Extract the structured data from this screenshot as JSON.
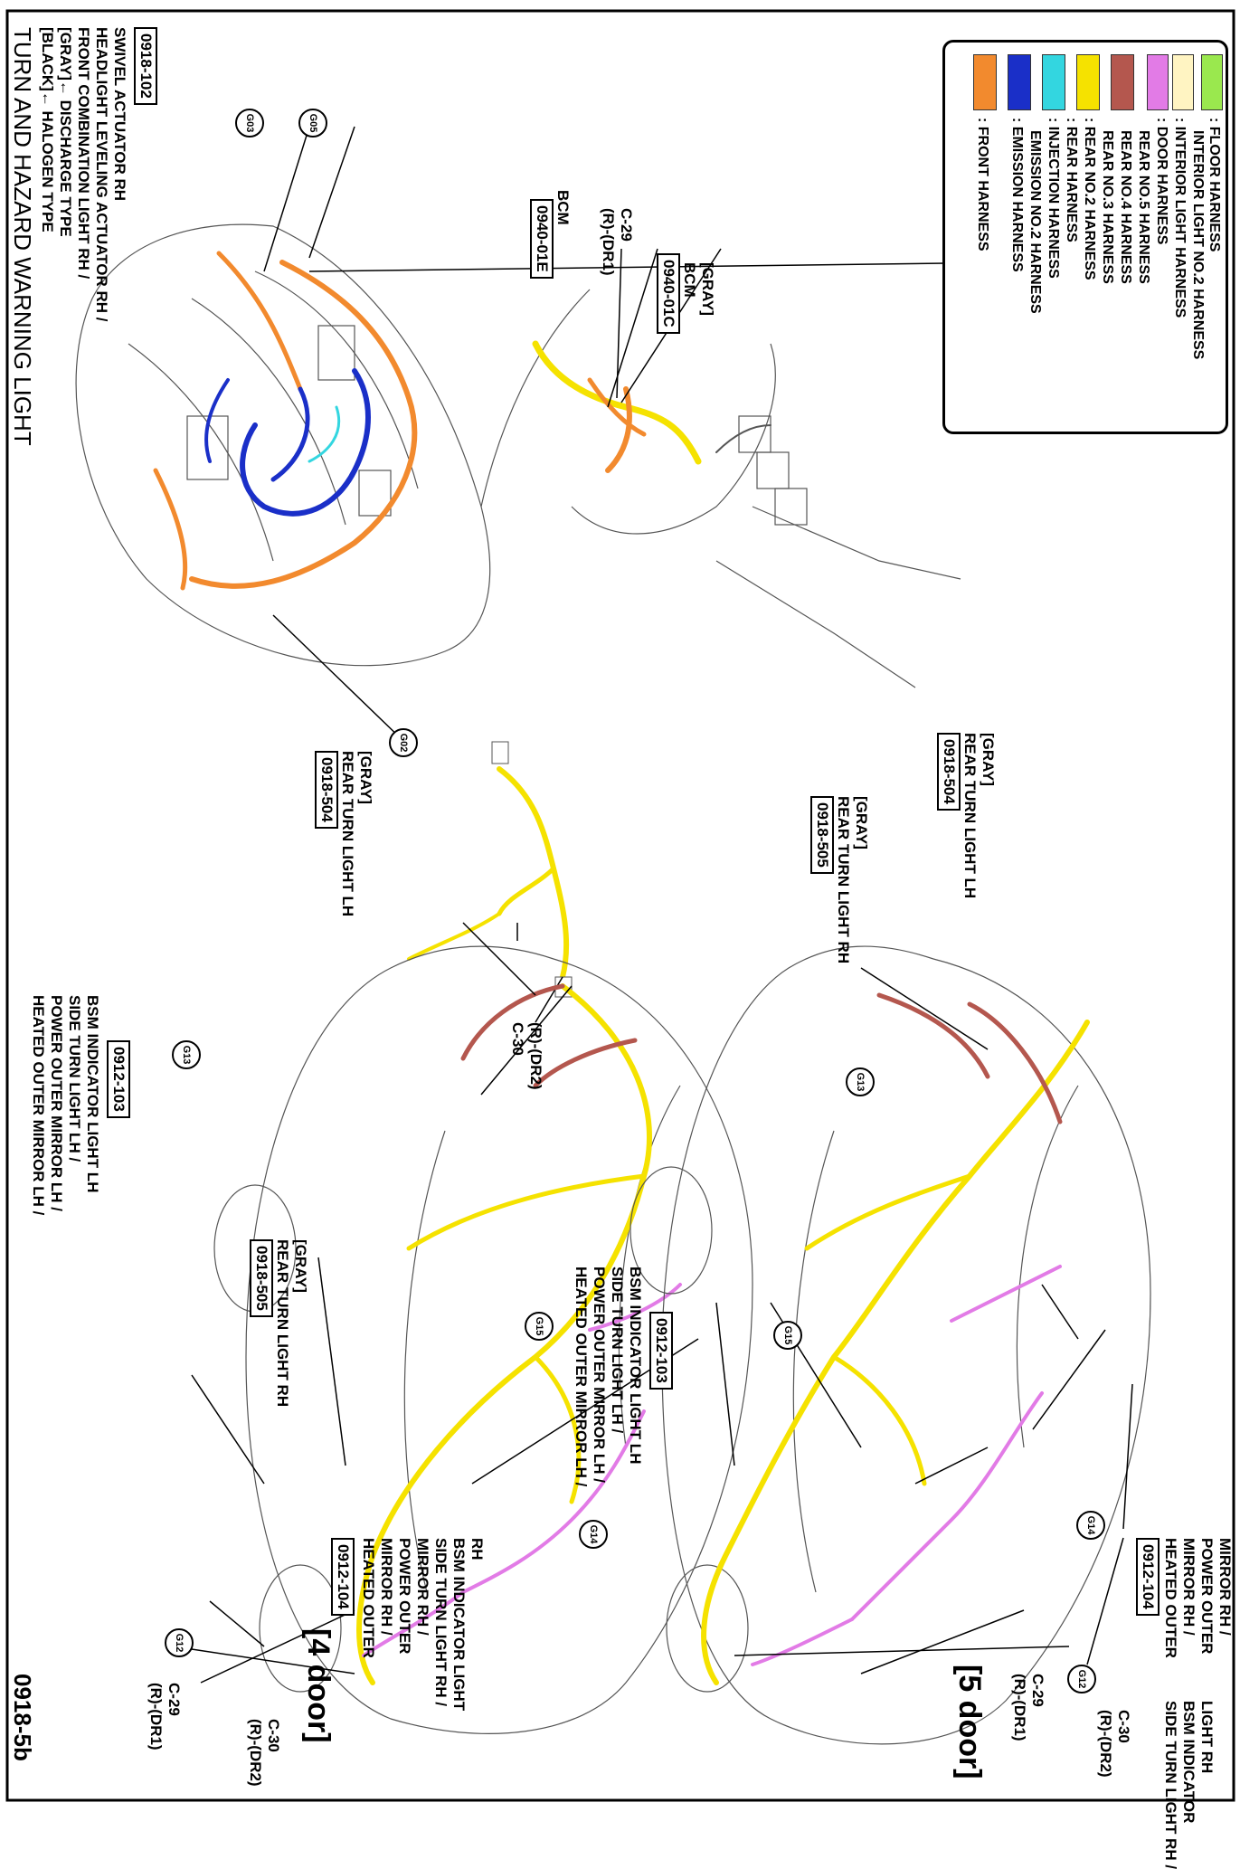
{
  "title": "TURN AND HAZARD WARNING LIGHT",
  "page_code": "0918-5b",
  "legend": [
    {
      "label": ": FRONT HARNESS",
      "color": "#f28a2e"
    },
    {
      "label": ": EMISSION HARNESS",
      "label2": "EMISSION NO.2 HARNESS",
      "color": "#1a2fc8"
    },
    {
      "label": ": INJECTION HARNESS",
      "color": "#33d6e0"
    },
    {
      "label": ": REAR HARNESS",
      "color": "#f5e200"
    },
    {
      "label": ": REAR NO.2 HARNESS",
      "label2": "REAR NO.3 HARNESS",
      "label3": "REAR NO.4 HARNESS",
      "label4": "REAR NO.5 HARNESS",
      "color": "#b4574e"
    },
    {
      "label": ": DOOR HARNESS",
      "color": "#e27be6"
    },
    {
      "label": ": INTERIOR LIGHT HARNESS",
      "label2": "INTERIOR LIGHT NO.2 HARNESS",
      "color": "#fff4c2"
    },
    {
      "label": ": FLOOR HARNESS",
      "color": "#9ae84e"
    }
  ],
  "front": {
    "code": "0918-102",
    "line1": "[BLACK]← HALOGEN TYPE",
    "line2": "[GRAY]← DISCHARGE TYPE",
    "line3": "FRONT COMBINATION LIGHT RH /",
    "line4": "HEADLIGHT LEVELING ACTUATOR RH /",
    "line5": "SWIVEL ACTUATOR RH",
    "g03": "G03",
    "g05": "G05",
    "g02": "G02"
  },
  "dash": {
    "gray": "[GRAY]",
    "bcm1": "BCM",
    "code1": "0940-01C",
    "c29": "C-29",
    "r_dr1": "(R)-(DR1)",
    "bcm2": "BCM",
    "code2": "0940-01E"
  },
  "rear4": {
    "code504": "0918-504",
    "label504": "REAR TURN LIGHT LH",
    "gray504": "[GRAY]",
    "code505": "0918-505",
    "label505": "REAR TURN LIGHT RH",
    "gray505": "[GRAY]",
    "code103": "0912-103",
    "m1": "HEATED OUTER MIRROR LH /",
    "m2": "POWER OUTER MIRROR LH /",
    "m3": "SIDE TURN LIGHT LH /",
    "m4": "BSM INDICATOR LIGHT LH",
    "g13": "G13",
    "g15": "G15",
    "g14": "G14",
    "g12": "G12",
    "c29": "C-29",
    "r_dr1": "(R)-(DR1)",
    "c30": "C-30",
    "r_dr2": "(R)-(DR2)",
    "code104": "0912-104",
    "r1": "HEATED OUTER",
    "r2": "MIRROR RH /",
    "r3": "POWER OUTER",
    "r4": "MIRROR RH /",
    "r5": "SIDE TURN LIGHT RH /",
    "r6": "BSM INDICATOR LIGHT",
    "r7": "RH",
    "label": "[4 door]"
  },
  "rear_conn": {
    "r_dr2": "(R)-(DR2)",
    "c30": "C-30"
  },
  "rear5": {
    "code504": "0918-504",
    "label504": "REAR TURN LIGHT LH",
    "gray504": "[GRAY]",
    "code505": "0918-505",
    "label505": "REAR TURN LIGHT RH",
    "gray505": "[GRAY]",
    "code103": "0912-103",
    "m1": "HEATED OUTER MIRROR LH /",
    "m2": "POWER OUTER MIRROR LH /",
    "m3": "SIDE TURN LIGHT LH /",
    "m4": "BSM INDICATOR LIGHT LH",
    "g13": "G13",
    "g15": "G15",
    "g14": "G14",
    "g12": "G12",
    "c29": "C-29",
    "r_dr1": "(R)-(DR1)",
    "c30": "C-30",
    "r_dr2": "(R)-(DR2)",
    "code104": "0912-104",
    "r1": "HEATED OUTER",
    "r2": "MIRROR RH /",
    "r3": "POWER OUTER",
    "r4": "MIRROR RH /",
    "r5": "SIDE TURN LIGHT RH /",
    "r6": "BSM INDICATOR",
    "r7": "LIGHT RH",
    "label": "[5 door]"
  }
}
